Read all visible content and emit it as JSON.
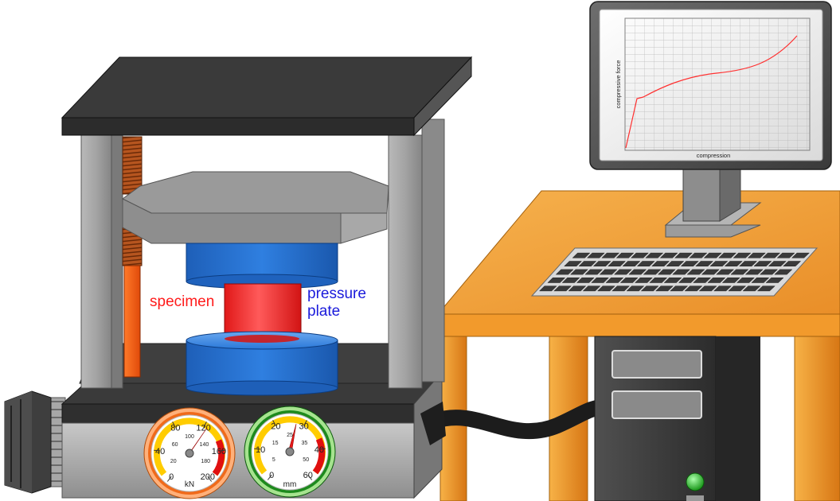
{
  "labels": {
    "specimen": "specimen",
    "pressure_plate_line1": "pressure",
    "pressure_plate_line2": "plate"
  },
  "monitor": {
    "y_axis_label": "compressive force",
    "x_axis_label": "compression"
  },
  "force_gauge": {
    "unit": "kN",
    "outer_ticks": [
      "0",
      "40",
      "80",
      "120",
      "160",
      "200"
    ],
    "inner_ticks": [
      "20",
      "60",
      "100",
      "140",
      "180"
    ]
  },
  "compression_gauge": {
    "unit": "mm",
    "outer_ticks": [
      "0",
      "10",
      "20",
      "30",
      "40",
      "60"
    ],
    "inner_ticks": [
      "5",
      "15",
      "25",
      "35",
      "50"
    ]
  },
  "colors": {
    "specimen": "#ff2a2a",
    "pressure_plate": "#1a6fd1",
    "press_dark": "#3b3b3b",
    "column_gray": "#9a9a9a",
    "desk": "#f3a33a",
    "curve": "#ff3030",
    "gauge_force_rim": "#f06a1a",
    "gauge_mm_rim": "#1d8a1d",
    "power_led": "#22cc22"
  }
}
